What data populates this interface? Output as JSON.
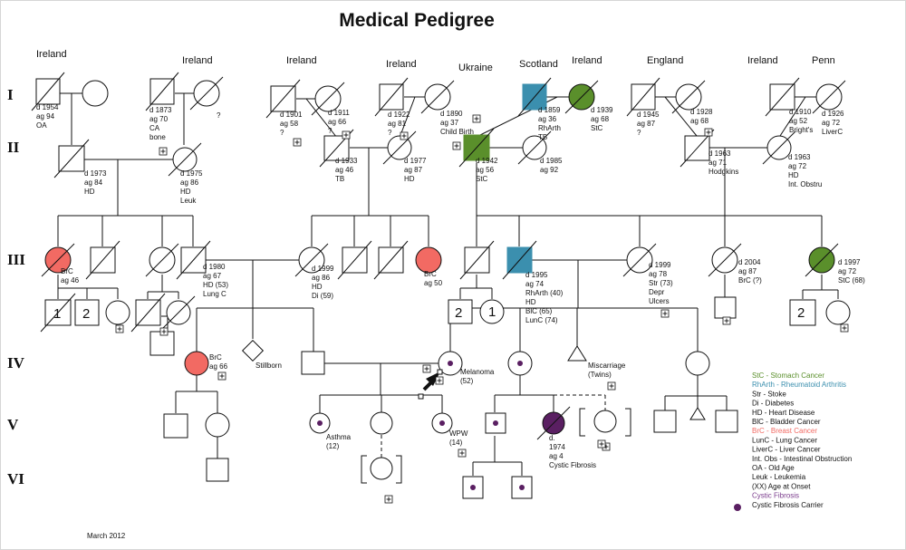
{
  "title": "Medical Pedigree",
  "date": "March 2012",
  "generations": [
    "I",
    "II",
    "III",
    "IV",
    "V",
    "VI"
  ],
  "countries": [
    "Ireland",
    "Ireland",
    "Ireland",
    "Ireland",
    "Ukraine",
    "Scotland",
    "Ireland",
    "England",
    "Ireland",
    "Penn"
  ],
  "colors": {
    "brc": "#f26a63",
    "stc": "#5a8f2b",
    "rharth": "#3b8fae",
    "carrier": "#5a1f62"
  },
  "legend": [
    {
      "text": "StC - Stomach Cancer",
      "color": "#5a8f2b"
    },
    {
      "text": "RhArth - Rheumatoid Arthritis",
      "color": "#3b8fae"
    },
    {
      "text": "Str - Stoke",
      "color": "#111111"
    },
    {
      "text": "Di - Diabetes",
      "color": "#111111"
    },
    {
      "text": "HD - Heart Disease",
      "color": "#111111"
    },
    {
      "text": "BlC - Bladder Cancer",
      "color": "#111111"
    },
    {
      "text": "BrC - Breast Cancer",
      "color": "#f26a63"
    },
    {
      "text": "LunC - Lung Cancer",
      "color": "#111111"
    },
    {
      "text": "LiverC - Liver Cancer",
      "color": "#111111"
    },
    {
      "text": "Int. Obs - Intestinal Obstruction",
      "color": "#111111"
    },
    {
      "text": "OA - Old Age",
      "color": "#111111"
    },
    {
      "text": "Leuk - Leukemia",
      "color": "#111111"
    },
    {
      "text": "(XX) Age at Onset",
      "color": "#111111"
    },
    {
      "text": "Cystic Fibrosis",
      "color": "#7a3b8c"
    },
    {
      "text": "Cystic Fibrosis Carrier",
      "color": "#111111"
    }
  ],
  "annotations": {
    "g1_1": [
      "d 1954",
      "ag 94",
      "OA"
    ],
    "g1_2": [
      "d 1873",
      "ag 70",
      "CA",
      "bone"
    ],
    "g1_2q": [
      "?"
    ],
    "g1_3": [
      "d 1901",
      "ag 58",
      "?"
    ],
    "g1_3w": [
      "d 1911",
      "ag 66",
      "?"
    ],
    "g1_4": [
      "d 1922",
      "ag 81",
      "?"
    ],
    "g1_4w": [
      "d 1890",
      "ag 37",
      "Child Birth"
    ],
    "g1_5": [
      "d 1859",
      "ag 36",
      "RhArth",
      "TB"
    ],
    "g1_5w": [
      "d 1939",
      "ag 68",
      "StC"
    ],
    "g1_6": [
      "d 1945",
      "ag 87",
      "?"
    ],
    "g1_6w": [
      "d 1928",
      "ag 68"
    ],
    "g1_7": [
      "d 1910",
      "ag 52",
      "Bright's"
    ],
    "g1_7w": [
      "d 1926",
      "ag 72",
      "LiverC"
    ],
    "g2_1": [
      "d 1973",
      "ag 84",
      "HD"
    ],
    "g2_1w": [
      "d 1975",
      "ag 86",
      "HD",
      "Leuk"
    ],
    "g2_2": [
      "d 1933",
      "ag 46",
      "TB"
    ],
    "g2_2w": [
      "d 1977",
      "ag 87",
      "HD"
    ],
    "g2_3": [
      "d 1942",
      "ag 56",
      "StC"
    ],
    "g2_3w": [
      "d 1985",
      "ag 92"
    ],
    "g2_4": [
      "d 1963",
      "ag 71",
      "Hodgkins"
    ],
    "g2_4w": [
      "d 1963",
      "ag 72",
      "HD",
      "Int. Obstru"
    ],
    "g3_brc1": [
      "BrC",
      "ag 46"
    ],
    "g3_f": [
      "d 1980",
      "ag 67",
      "HD (53)",
      "Lung C"
    ],
    "g3_m": [
      "d 1999",
      "ag 86",
      "HD",
      "Di (59)"
    ],
    "g3_brc2": [
      "BrC",
      "ag 50"
    ],
    "g3_r": [
      "d 1995",
      "ag 74",
      "RhArth (40)",
      "HD",
      "BlC (65)",
      "LunC (74)"
    ],
    "g3_w": [
      "d 1999",
      "ag 78",
      "Str (73)",
      "Depr",
      "Ulcers"
    ],
    "g3_a": [
      "d 2004",
      "ag 87",
      "BrC (?)"
    ],
    "g3_s": [
      "d 1997",
      "ag 72",
      "StC (68)"
    ],
    "g4_brc": [
      "BrC",
      "ag 66"
    ],
    "g4_still": [
      "Stillborn"
    ],
    "g4_mel": [
      "Melanoma",
      "(52)"
    ],
    "g4_mis": [
      "Miscarriage",
      "(Twins)"
    ],
    "g5_asth": [
      "Asthma",
      "(12)"
    ],
    "g5_wpw": [
      "WPW",
      "(14)"
    ],
    "g5_cf": [
      "d.",
      "1974",
      "ag 4",
      "Cystic Fibrosis"
    ]
  },
  "counts": [
    "1",
    "2",
    "2",
    "1",
    "2"
  ]
}
